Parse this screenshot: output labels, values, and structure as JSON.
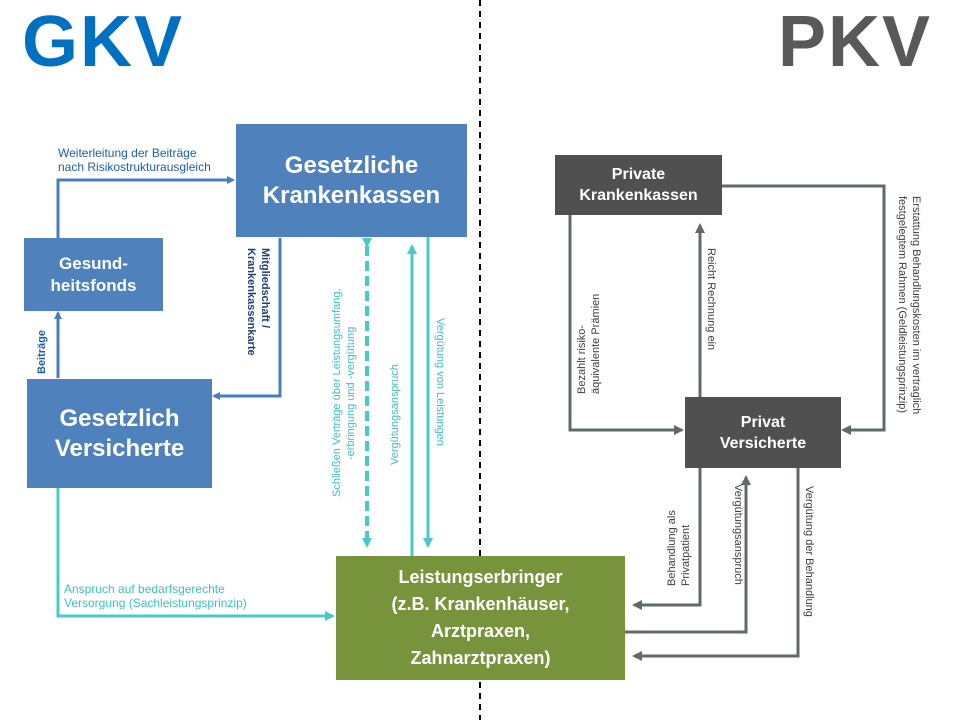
{
  "headers": {
    "left": "GKV",
    "right": "PKV"
  },
  "boxes": {
    "gkk": "Gesetzliche\nKrankenkassen",
    "fonds": "Gesund-\nheitsfonds",
    "gv": "Gesetzlich\nVersicherte",
    "le": "Leistungserbringer\n(z.B. Krankenhäuser,\nArztpraxen,\nZahnarztpraxen)",
    "pkk": "Private\nKrankenkassen",
    "pv": "Privat\nVersicherte"
  },
  "labels": {
    "weiterleitung": "Weiterleitung der Beiträge\nnach Risikostrukturausgleich",
    "beitraege": "Beiträge",
    "mitgliedschaft": "Mitgliedschaft /\nKrankenkassenkarte",
    "vertraege": "Schließen Verträge über Leistungsumfang,\n-erbringung und -vergütung",
    "verg_anspruch_gkv": "Vergütungsanspruch",
    "verg_leistungen": "Vergütung von Leistungen",
    "anspruch": "Anspruch auf bedarfsgerechte\nVersorgung (Sachleistungsprinzip)",
    "bezahlt": "Bezahlt risiko-\näquivalente Prämien",
    "reicht": "Reicht Rechnung ein",
    "erstattung": "Erstattung Behandlungskosten im vertraglich\nfestgelegtem Rahmen (Geldleistungsprinzip)",
    "behandlung": "Behandlung als\nPrivatpatient",
    "verg_anspruch_pkv": "Vergütungsanspruch",
    "verg_behandlung": "Vergütung der Behandlung"
  },
  "colors": {
    "gkv_blue": "#0070C0",
    "pkv_gray": "#595959",
    "box_blue": "#4F81BD",
    "box_green": "#77933C",
    "box_dark": "#505050",
    "arrow_blue": "#4A7EBB",
    "arrow_teal": "#4BC8C8",
    "arrow_gray": "#5F6B67",
    "label_blue": "#1F5EA8",
    "label_navy": "#1F3F7A",
    "label_teal": "#3CC0C8",
    "label_gray": "#404040"
  }
}
